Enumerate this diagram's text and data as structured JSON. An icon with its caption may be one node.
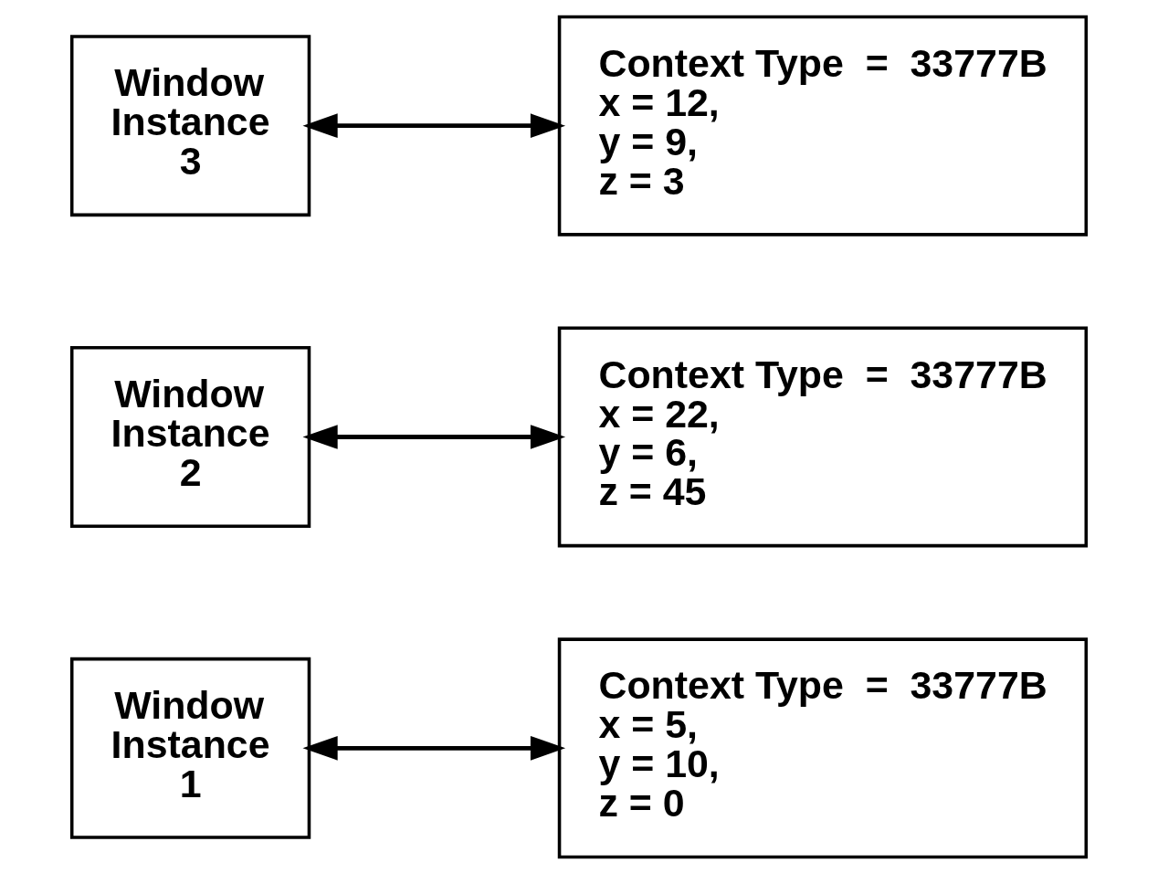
{
  "diagram": {
    "nodes": [
      {
        "text": [
          "Window",
          "Instance",
          "1"
        ]
      },
      {
        "text": [
          "Context Type  =  33777B",
          "x = 5,",
          "y = 10,",
          "z = 0"
        ]
      },
      {
        "text": [
          "Window",
          "Instance",
          "2"
        ]
      },
      {
        "text": [
          "Context Type  =  33777B",
          "x = 22,",
          "y = 6,",
          "z = 45"
        ]
      },
      {
        "text": [
          "Window",
          "Instance",
          "3"
        ]
      },
      {
        "text": [
          "Context Type  =  33777B",
          "x = 12,",
          "y = 9,",
          "z = 3"
        ]
      }
    ],
    "edges": [
      {
        "from": 0,
        "to": 1,
        "arrow": "both"
      },
      {
        "from": 2,
        "to": 3,
        "arrow": "both"
      },
      {
        "from": 4,
        "to": 5,
        "arrow": "both"
      }
    ]
  }
}
